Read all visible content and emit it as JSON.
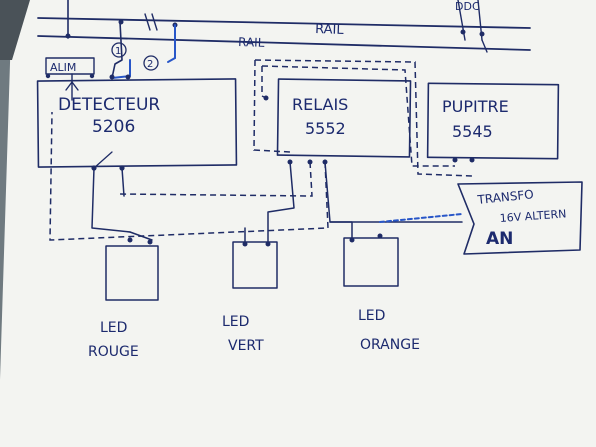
{
  "rails": {
    "upper": "RAIL",
    "lower": "RAIL"
  },
  "top_right": {
    "label": "DDC"
  },
  "alim": {
    "label": "ALIM"
  },
  "markers": {
    "one": "1",
    "two": "2"
  },
  "modules": {
    "detecteur": {
      "name": "DETECTEUR",
      "number": "5206"
    },
    "relais": {
      "name": "RELAIS",
      "number": "5552"
    },
    "pupitre": {
      "name": "PUPITRE",
      "number": "5545"
    }
  },
  "transfo": {
    "line1": "TRANSFO",
    "line2": "16V ALTERN",
    "line3": "AN"
  },
  "leds": [
    {
      "line1": "LED",
      "line2": "ROUGE"
    },
    {
      "line1": "LED",
      "line2": "VERT"
    },
    {
      "line1": "LED",
      "line2": "ORANGE"
    }
  ],
  "colors": {
    "paper": "#f3f4f1",
    "ink": "#1f2c66",
    "blue_ink": "#2856c8",
    "background": "#6f7a80"
  }
}
